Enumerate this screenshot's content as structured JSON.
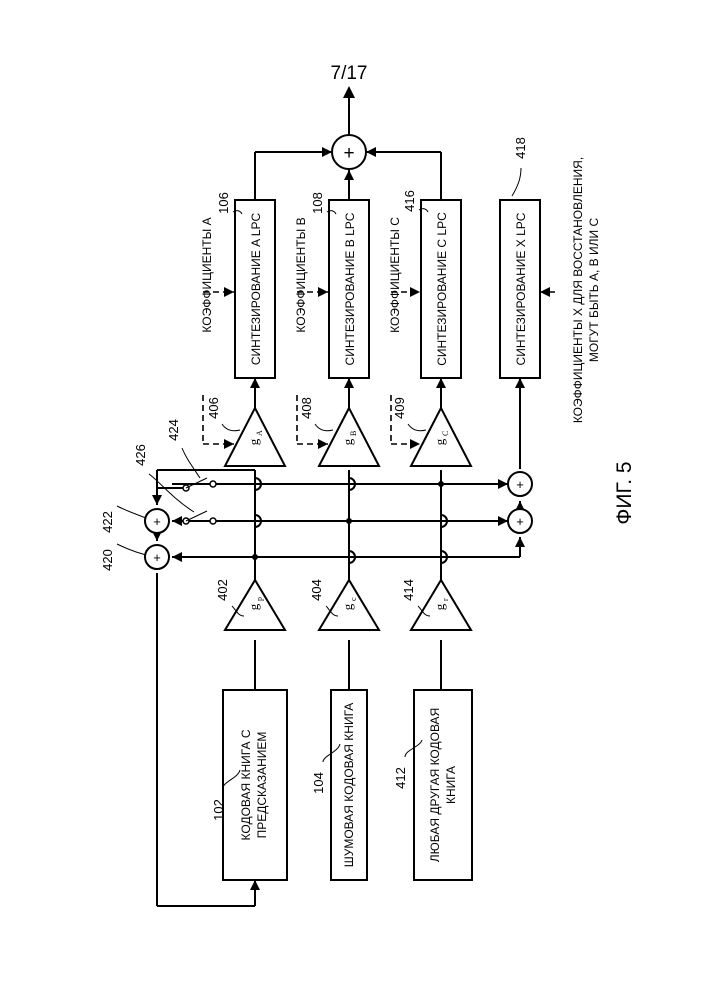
{
  "page": {
    "sheet": "7/17",
    "figure_caption": "ФИГ. 5"
  },
  "blocks": {
    "adaptive_codebook": {
      "ref": "102",
      "line1": "КОДОВАЯ КНИГА С",
      "line2": "ПРЕДСКАЗАНИЕМ"
    },
    "noise_codebook": {
      "ref": "104",
      "line1": "ШУМОВАЯ КОДОВАЯ КНИГА"
    },
    "other_codebook": {
      "ref": "412",
      "line1": "ЛЮБАЯ ДРУГАЯ КОДОВАЯ",
      "line2": "КНИГА"
    },
    "lpc_a": {
      "ref": "106",
      "label": "СИНТЕЗИРОВАНИЕ A LPC"
    },
    "lpc_b": {
      "ref": "108",
      "label": "СИНТЕЗИРОВАНИЕ B LPC"
    },
    "lpc_c": {
      "ref": "416",
      "label": "СИНТЕЗИРОВАНИЕ C LPC"
    },
    "lpc_x": {
      "ref": "418",
      "label": "СИНТЕЗИРОВАНИЕ X LPC"
    }
  },
  "gains": {
    "gp": {
      "ref": "402",
      "g": "g",
      "sub": "p"
    },
    "gc": {
      "ref": "404",
      "g": "g",
      "sub": "c"
    },
    "gr": {
      "ref": "414",
      "g": "g",
      "sub": "r"
    },
    "gA": {
      "ref": "406",
      "g": "g",
      "sub": "A"
    },
    "gB": {
      "ref": "408",
      "g": "g",
      "sub": "B"
    },
    "gC": {
      "ref": "409",
      "g": "g",
      "sub": "C"
    }
  },
  "coefficients": {
    "a": "КОЭФФИЦИЕНТЫ A",
    "b": "КОЭФФИЦИЕНТЫ B",
    "c": "КОЭФФИЦИЕНТЫ C",
    "x_line1": "КОЭФФИЦИЕНТЫ X ДЛЯ ВОССТАНОВЛЕНИЯ,",
    "x_line2": "МОГУТ БЫТЬ A, B ИЛИ C"
  },
  "adders": {
    "output": "+",
    "a420": {
      "ref": "420",
      "sym": "+"
    },
    "a422": {
      "ref": "422",
      "sym": "+"
    },
    "x1": "+",
    "x2": "+"
  },
  "switches": {
    "s424": {
      "ref": "424"
    },
    "s426": {
      "ref": "426"
    }
  }
}
